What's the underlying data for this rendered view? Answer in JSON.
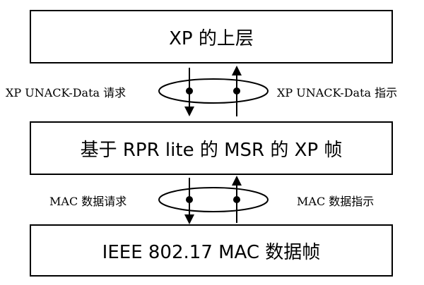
{
  "layers": {
    "top": "XP 的上层",
    "middle": "基于 RPR lite 的 MSR 的 XP 帧",
    "bottom": "IEEE  802.17 MAC 数据帧"
  },
  "sap_upper": {
    "request": "XP UNACK-Data 请求",
    "indication": "XP UNACK-Data 指示"
  },
  "sap_lower": {
    "request": "MAC 数据请求",
    "indication": "MAC 数据指示"
  }
}
